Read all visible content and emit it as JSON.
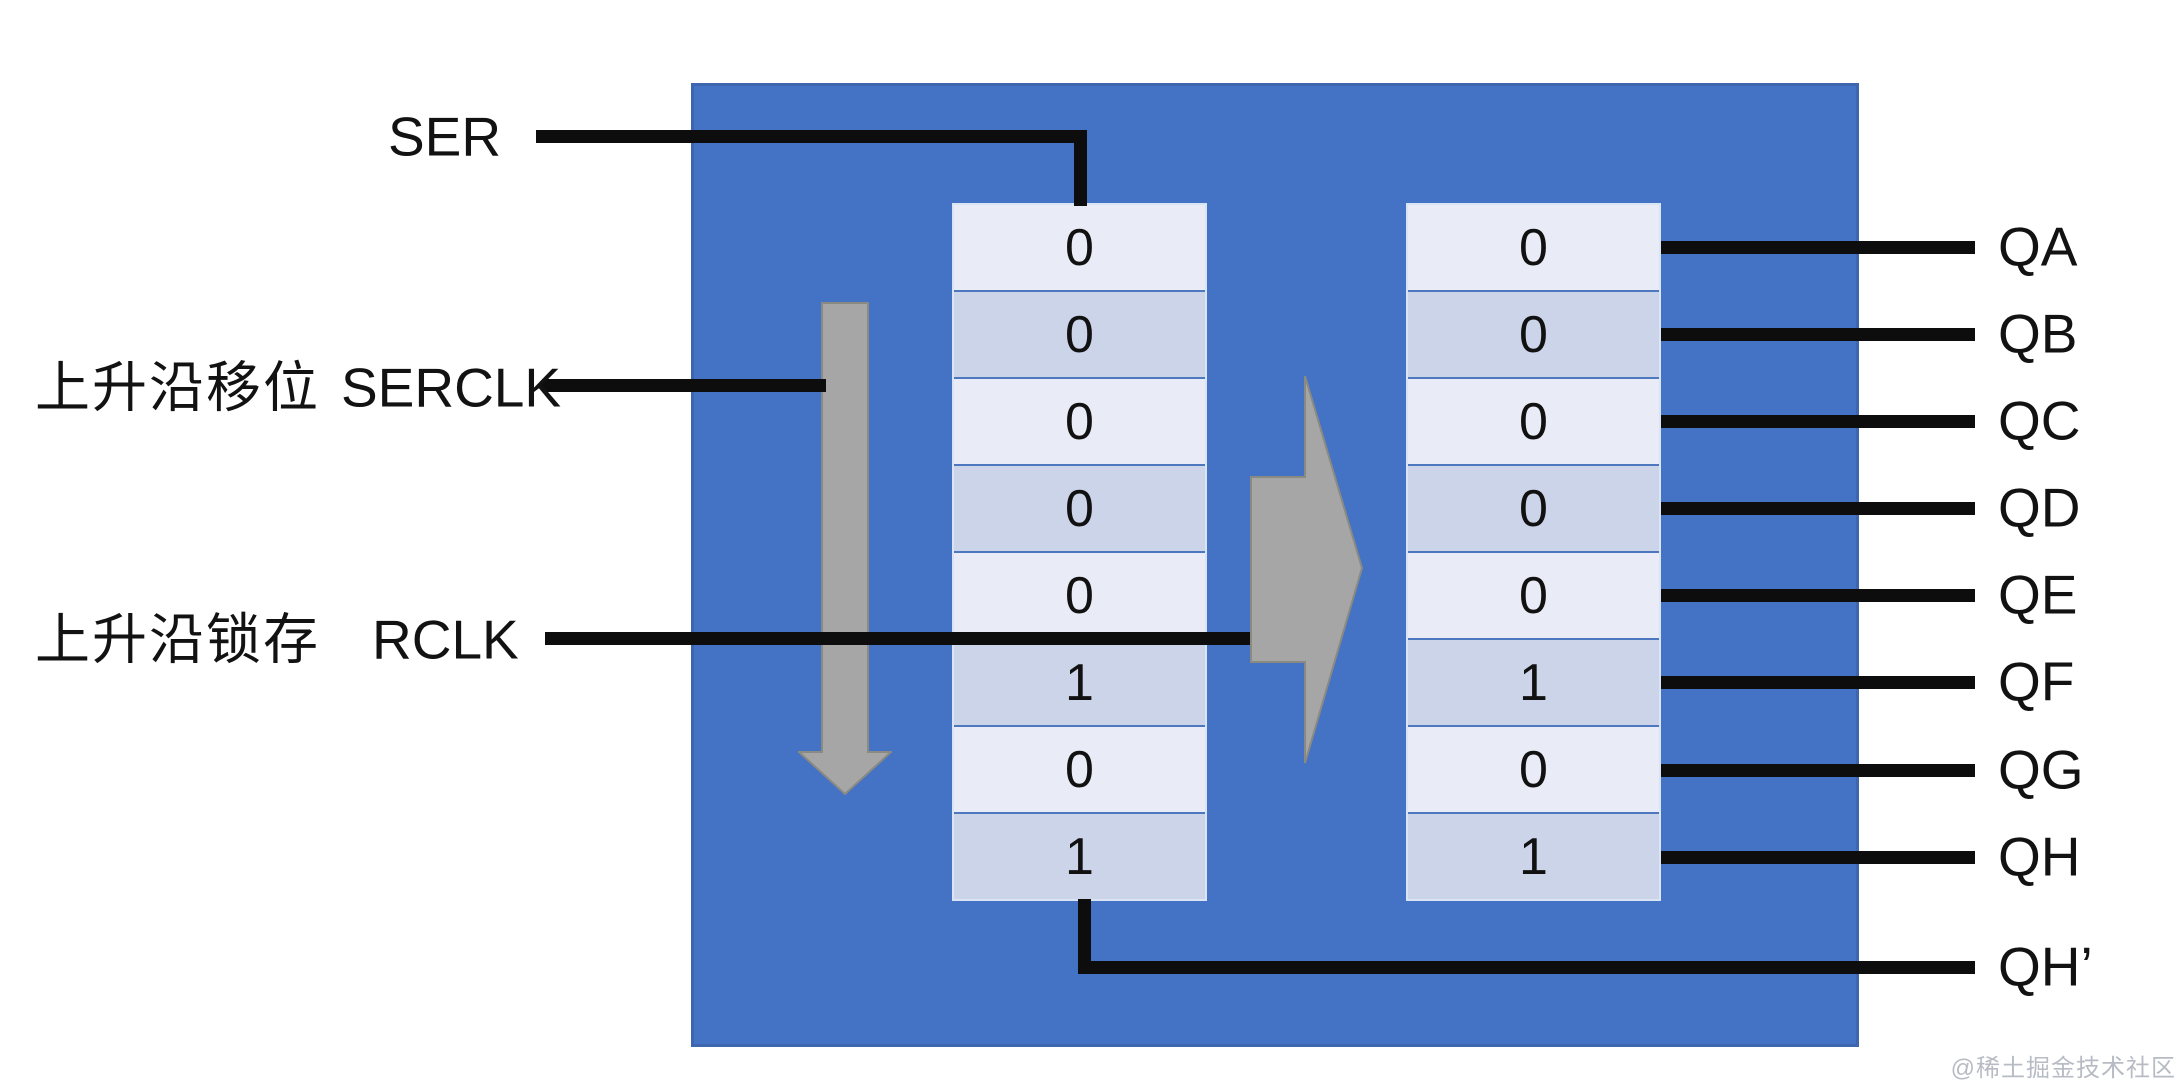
{
  "inputs": {
    "ser_label": "SER",
    "serclk_label": "SERCLK",
    "serclk_annotation": "上升沿移位",
    "rclk_label": "RCLK",
    "rclk_annotation": "上升沿锁存"
  },
  "shift_register": {
    "values": [
      "0",
      "0",
      "0",
      "0",
      "0",
      "1",
      "0",
      "1"
    ]
  },
  "storage_register": {
    "values": [
      "0",
      "0",
      "0",
      "0",
      "0",
      "1",
      "0",
      "1"
    ]
  },
  "outputs": {
    "labels": [
      "QA",
      "QB",
      "QC",
      "QD",
      "QE",
      "QF",
      "QG",
      "QH"
    ],
    "serial_out_label": "QH’"
  },
  "colors": {
    "box_blue": "#4472c4",
    "cell_light": "#e9ebf6",
    "cell_dark": "#ccd4e9",
    "arrow_gray": "#a6a6a6",
    "arrow_border": "#8a8a82",
    "wire_black": "#0d0d0d"
  },
  "watermark": "@稀土掘金技术社区"
}
